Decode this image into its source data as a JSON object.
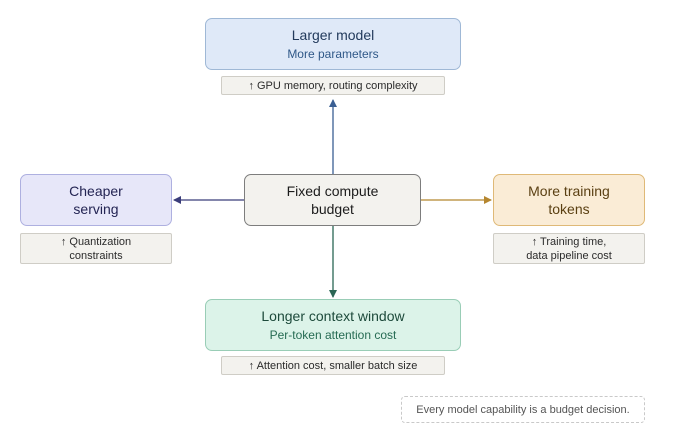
{
  "center": {
    "line1": "Fixed compute",
    "line2": "budget"
  },
  "top": {
    "title": "Larger model",
    "subtitle": "More parameters",
    "note": "↑ GPU memory, routing complexity"
  },
  "bottom": {
    "title": "Longer context window",
    "subtitle": "Per-token attention cost",
    "note": "↑ Attention cost, smaller batch size"
  },
  "left": {
    "title_line1": "Cheaper",
    "title_line2": "serving",
    "note_line1": "↑ Quantization",
    "note_line2": "constraints"
  },
  "right": {
    "title_line1": "More training",
    "title_line2": "tokens",
    "note_line1": "↑ Training time,",
    "note_line2": "data pipeline cost"
  },
  "caption": "Every model capability is a budget decision.",
  "colors": {
    "arrow_top": "#3a5f93",
    "arrow_bottom": "#2a6655",
    "arrow_left": "#3a3d7a",
    "arrow_right": "#b5862f"
  }
}
